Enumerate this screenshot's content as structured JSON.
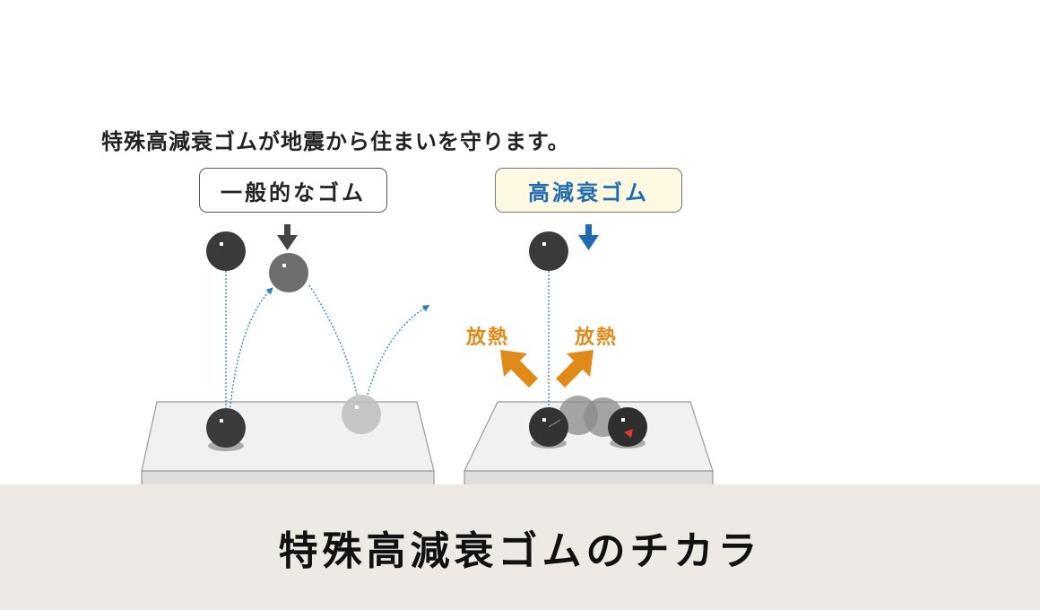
{
  "heading": "特殊高減衰ゴムが地震から住まいを守ります。",
  "panels": {
    "left": {
      "label": "一般的なゴム"
    },
    "right": {
      "label": "高減衰ゴム",
      "heat_labels": [
        "放熱",
        "放熱"
      ]
    }
  },
  "colors": {
    "accent_blue": "#1f6bb0",
    "heat_orange": "#e08a1a",
    "band": "#edeae6"
  },
  "footer": {
    "title": "特殊高減衰ゴムのチカラ"
  }
}
